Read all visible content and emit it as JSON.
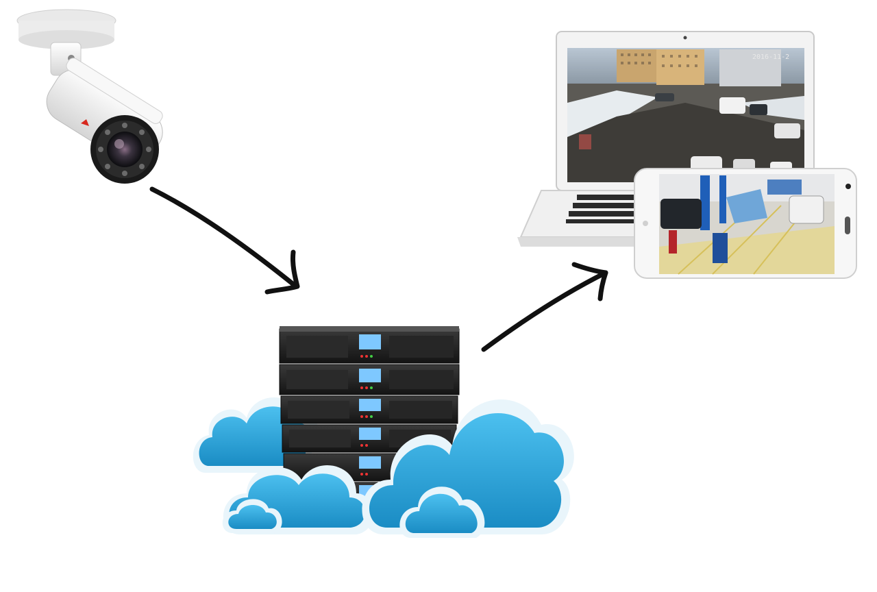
{
  "diagram": {
    "nodes": [
      {
        "id": "camera",
        "icon": "ip-camera-icon"
      },
      {
        "id": "cloud-server",
        "icon": "cloud-server-icon"
      },
      {
        "id": "clients",
        "icon": "laptop-icon",
        "secondary_icon": "smartphone-icon"
      }
    ],
    "edges": [
      {
        "from": "camera",
        "to": "cloud-server"
      },
      {
        "from": "cloud-server",
        "to": "clients"
      }
    ],
    "laptop_screen": {
      "timestamp": "2016-11-2"
    },
    "colors": {
      "arrow": "#111111",
      "cloud": "#2aa3d6",
      "server": "#1e1e1e",
      "server_display": "#7ec8ff",
      "camera_body": "#f2f2f2"
    }
  }
}
